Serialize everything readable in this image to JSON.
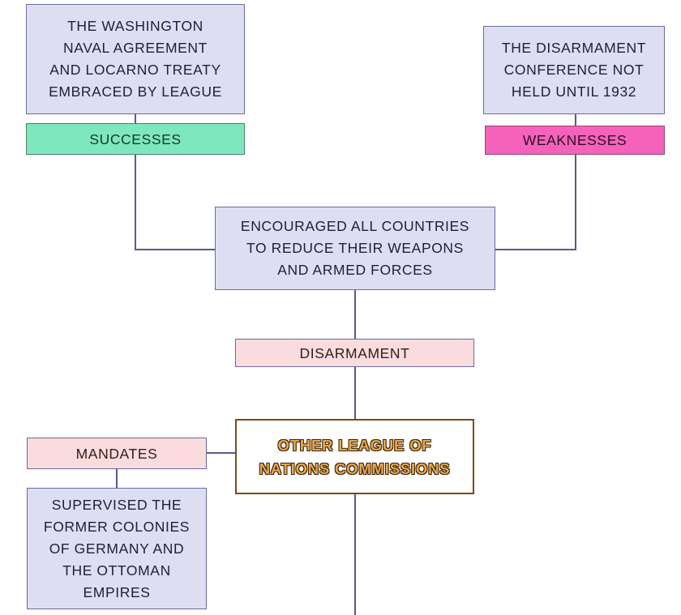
{
  "diagram": {
    "title": "League of Nations disarmament and commissions flow chart",
    "palette": {
      "lavender_fill": "#DEDEF2",
      "lavender_border": "#6A6A9C",
      "mint_fill": "#7FE7BD",
      "hotpink_fill": "#F562BB",
      "palepink_fill": "#FADCDE",
      "white_fill": "#FFFFFF",
      "brown_border": "#7A4A14",
      "orange_text": "#E8A94E",
      "connector": "#5A5A8E"
    },
    "nodes": [
      {
        "id": "washington-treaty",
        "text": "THE WASHINGTON\nNAVAL AGREEMENT\nAND LOCARNO TREATY\nEMBRACED BY LEAGUE"
      },
      {
        "id": "successes",
        "text": "SUCCESSES"
      },
      {
        "id": "disarmament-conference",
        "text": "THE DISARMAMENT\nCONFERENCE NOT\nHELD UNTIL 1932"
      },
      {
        "id": "weaknesses",
        "text": "WEAKNESSES"
      },
      {
        "id": "encouraged-countries",
        "text": "ENCOURAGED ALL COUNTRIES\nTO REDUCE THEIR WEAPONS\nAND ARMED FORCES"
      },
      {
        "id": "disarmament",
        "text": "DISARMAMENT"
      },
      {
        "id": "other-league-commissions",
        "text": "OTHER LEAGUE OF\nNATIONS COMMISSIONS"
      },
      {
        "id": "mandates",
        "text": "MANDATES"
      },
      {
        "id": "supervised-colonies",
        "text": "SUPERVISED THE\nFORMER COLONIES\nOF GERMANY AND\nTHE OTTOMAN\nEMPIRES"
      }
    ],
    "edges": [
      {
        "id": "washington-to-successes",
        "from": "washington-treaty",
        "to": "successes"
      },
      {
        "id": "successes-to-encouraged",
        "from": "successes",
        "to": "encouraged-countries"
      },
      {
        "id": "conference-to-weaknesses",
        "from": "disarmament-conference",
        "to": "weaknesses"
      },
      {
        "id": "weaknesses-to-encouraged",
        "from": "weaknesses",
        "to": "encouraged-countries"
      },
      {
        "id": "encouraged-to-disarmament",
        "from": "encouraged-countries",
        "to": "disarmament"
      },
      {
        "id": "disarmament-to-commissions",
        "from": "disarmament",
        "to": "other-league-commissions"
      },
      {
        "id": "mandates-to-commissions",
        "from": "mandates",
        "to": "other-league-commissions"
      },
      {
        "id": "mandates-to-supervised",
        "from": "mandates",
        "to": "supervised-colonies"
      },
      {
        "id": "commissions-to-below",
        "from": "other-league-commissions",
        "to": "offscreen-below"
      }
    ]
  }
}
